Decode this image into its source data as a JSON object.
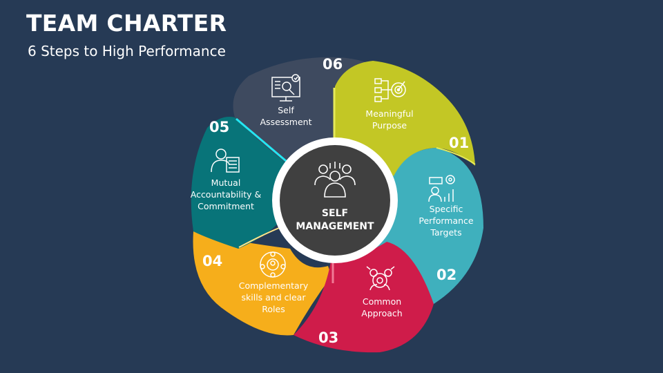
{
  "header": {
    "title": "TEAM CHARTER",
    "subtitle": "6 Steps to High Performance"
  },
  "center": {
    "label": "SELF\nMANAGEMENT",
    "icon": "team-group-icon",
    "color": "#404040"
  },
  "steps": [
    {
      "number": "01",
      "label": "Meaningful\nPurpose",
      "icon": "target-flowchart-icon",
      "color": "#c3c725"
    },
    {
      "number": "02",
      "label": "Specific\nPerformance\nTargets",
      "icon": "performance-chart-icon",
      "color": "#3fb0bd"
    },
    {
      "number": "03",
      "label": "Common\nApproach",
      "icon": "gears-people-icon",
      "color": "#cf1c4a"
    },
    {
      "number": "04",
      "label": "Complementary\nskills and clear\nRoles",
      "icon": "roles-circle-icon",
      "color": "#f6ae1b"
    },
    {
      "number": "05",
      "label": "Mutual\nAccountability &\nCommitment",
      "icon": "accountant-calculator-icon",
      "color": "#087479"
    },
    {
      "number": "06",
      "label": "Self\nAssessment",
      "icon": "monitor-assessment-icon",
      "color": "#3e4a5f"
    }
  ],
  "colors": {
    "background": "#263a55",
    "ring": "#ffffff",
    "accent_line": "#24e6f2"
  }
}
